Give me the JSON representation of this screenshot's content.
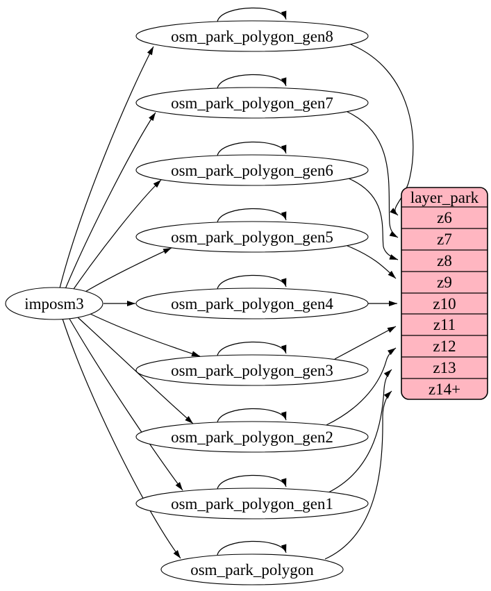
{
  "diagram": {
    "source_node": {
      "label": "imposm3"
    },
    "generalized_tables": [
      {
        "id": "gen8",
        "label": "osm_park_polygon_gen8",
        "maps_to": "z6"
      },
      {
        "id": "gen7",
        "label": "osm_park_polygon_gen7",
        "maps_to": "z7"
      },
      {
        "id": "gen6",
        "label": "osm_park_polygon_gen6",
        "maps_to": "z8"
      },
      {
        "id": "gen5",
        "label": "osm_park_polygon_gen5",
        "maps_to": "z9"
      },
      {
        "id": "gen4",
        "label": "osm_park_polygon_gen4",
        "maps_to": "z10"
      },
      {
        "id": "gen3",
        "label": "osm_park_polygon_gen3",
        "maps_to": "z11"
      },
      {
        "id": "gen2",
        "label": "osm_park_polygon_gen2",
        "maps_to": "z12"
      },
      {
        "id": "gen1",
        "label": "osm_park_polygon_gen1",
        "maps_to": "z13"
      },
      {
        "id": "base",
        "label": "osm_park_polygon",
        "maps_to": "z14+"
      }
    ],
    "layer_table": {
      "title": "layer_park",
      "rows": [
        "z6",
        "z7",
        "z8",
        "z9",
        "z10",
        "z11",
        "z12",
        "z13",
        "z14+"
      ]
    },
    "edges_note": "imposm3 feeds every osm_park_polygon* table; every table has a self-loop; each table fills one zoom row of layer_park",
    "colors": {
      "layer_fill": "#ffb6c1",
      "node_fill": "#ffffff",
      "stroke": "#000000",
      "text": "#000000"
    }
  }
}
